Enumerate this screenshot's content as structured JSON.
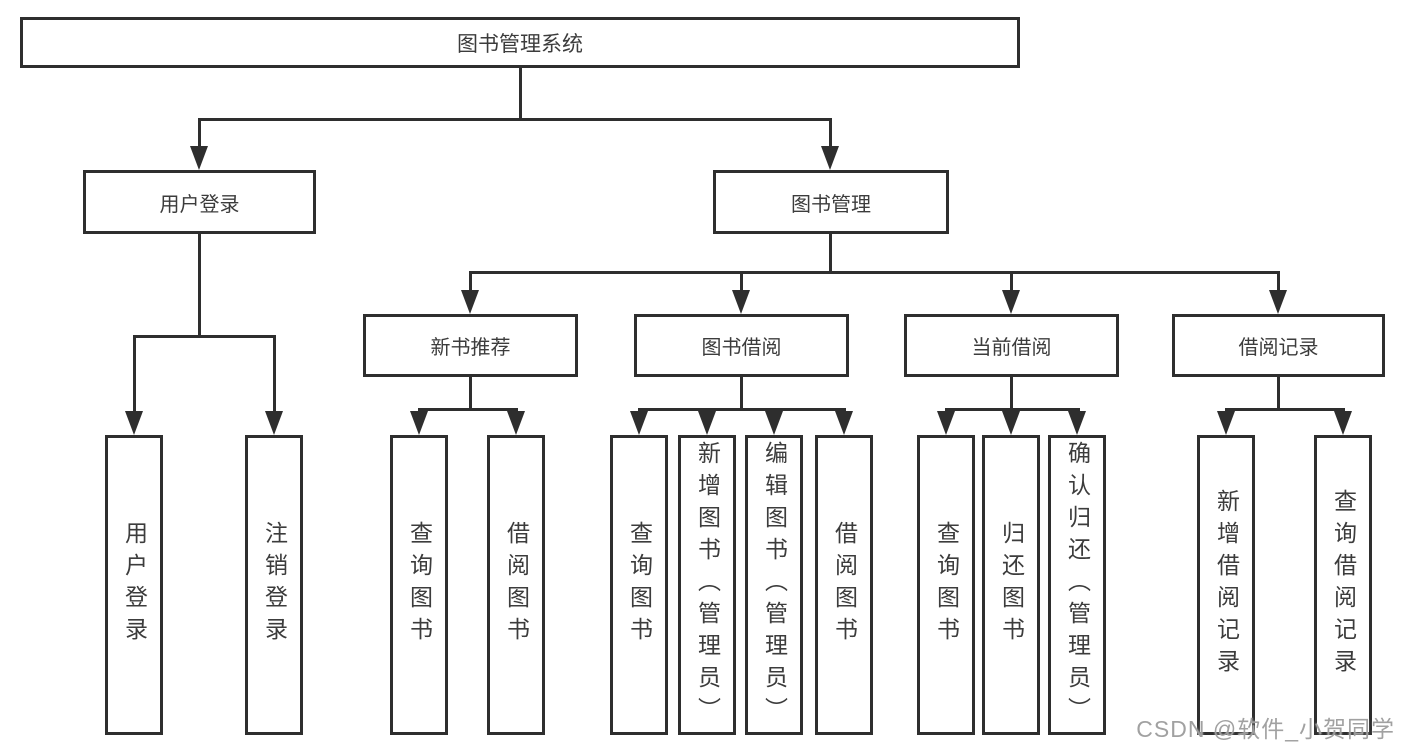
{
  "diagram": {
    "root": {
      "label": "图书管理系统"
    },
    "level2": [
      {
        "label": "用户登录"
      },
      {
        "label": "图书管理"
      }
    ],
    "level3": [
      {
        "label": "新书推荐",
        "parent": "图书管理"
      },
      {
        "label": "图书借阅",
        "parent": "图书管理"
      },
      {
        "label": "当前借阅",
        "parent": "图书管理"
      },
      {
        "label": "借阅记录",
        "parent": "图书管理"
      }
    ],
    "leaves": [
      {
        "label": "用户登录",
        "parent": "用户登录"
      },
      {
        "label": "注销登录",
        "parent": "用户登录"
      },
      {
        "label": "查询图书",
        "parent": "新书推荐"
      },
      {
        "label": "借阅图书",
        "parent": "新书推荐"
      },
      {
        "label": "查询图书",
        "parent": "图书借阅"
      },
      {
        "label": "新增图书（管理员）",
        "parent": "图书借阅"
      },
      {
        "label": "编辑图书（管理员）",
        "parent": "图书借阅"
      },
      {
        "label": "借阅图书",
        "parent": "图书借阅"
      },
      {
        "label": "查询图书",
        "parent": "当前借阅"
      },
      {
        "label": "归还图书",
        "parent": "当前借阅"
      },
      {
        "label": "确认归还（管理员）",
        "parent": "当前借阅"
      },
      {
        "label": "新增借阅记录",
        "parent": "借阅记录"
      },
      {
        "label": "查询借阅记录",
        "parent": "借阅记录"
      }
    ]
  },
  "watermark": "CSDN @软件_小贺同学",
  "colors": {
    "line": "#2e2e2e",
    "text": "#3c3c3c",
    "background": "#ffffff",
    "watermark": "#9c9c9c"
  }
}
